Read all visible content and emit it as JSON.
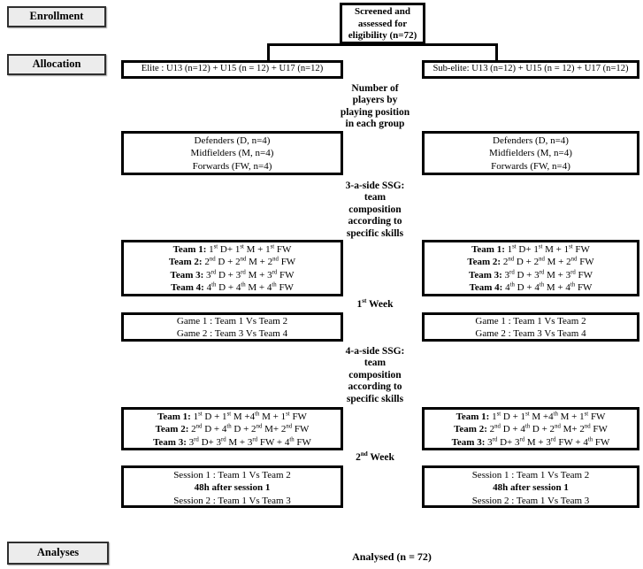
{
  "stages": {
    "enrollment": "Enrollment",
    "allocation": "Allocation",
    "analyses": "Analyses"
  },
  "screened_box": "Screened and\nassessed for\neligibility (n=72)",
  "allocation_boxes": {
    "elite": "Elite : U13 (n=12) + U15 (n = 12) + U17 (n=12)",
    "sub_elite": "Sub-elite: U13 (n=12) + U15 (n = 12) + U17 (n=12)"
  },
  "center_notes": {
    "positions": "Number of\nplayers by\nplaying position\nin each group",
    "ssg3": "3-a-side SSG:\nteam\ncomposition\naccording to\nspecific skills",
    "week1": "1^st Week",
    "ssg4": "4-a-side SSG:\nteam\ncomposition\naccording to\nspecific skills",
    "week2": "2^nd Week",
    "analysed": "Analysed (n = 72)"
  },
  "positions_box": [
    "Defenders (D, n=4)",
    "Midfielders (M, n=4)",
    "Forwards (FW, n=4)"
  ],
  "teams_3aside": [
    {
      "bold": "Team 1:",
      "rest": " 1^st D+ 1^st M + 1^st FW"
    },
    {
      "bold": "Team 2:",
      "rest": " 2^nd D + 2^nd M + 2^nd FW"
    },
    {
      "bold": "Team 3:",
      "rest": " 3^rd D + 3^rd M + 3^rd FW"
    },
    {
      "bold": "Team 4:",
      "rest": " 4^th D + 4^th M + 4^th FW"
    }
  ],
  "games_week1": [
    "Game 1 : Team 1 Vs Team 2",
    "Game 2 : Team 3 Vs Team 4"
  ],
  "teams_4aside": [
    {
      "bold": "Team 1:",
      "rest": " 1^st D + 1^st M +4^th M + 1^st FW"
    },
    {
      "bold": "Team 2:",
      "rest": " 2^nd D + 4^th D + 2^nd M+ 2^nd FW"
    },
    {
      "bold": "Team 3:",
      "rest": " 3^rd D+ 3^rd M + 3^rd FW + 4^th FW"
    }
  ],
  "sessions_week2": {
    "session1": "Session 1 : Team 1 Vs Team 2",
    "note_bold": "48h after session 1",
    "session2": "Session 2 : Team 1 Vs Team 3"
  }
}
